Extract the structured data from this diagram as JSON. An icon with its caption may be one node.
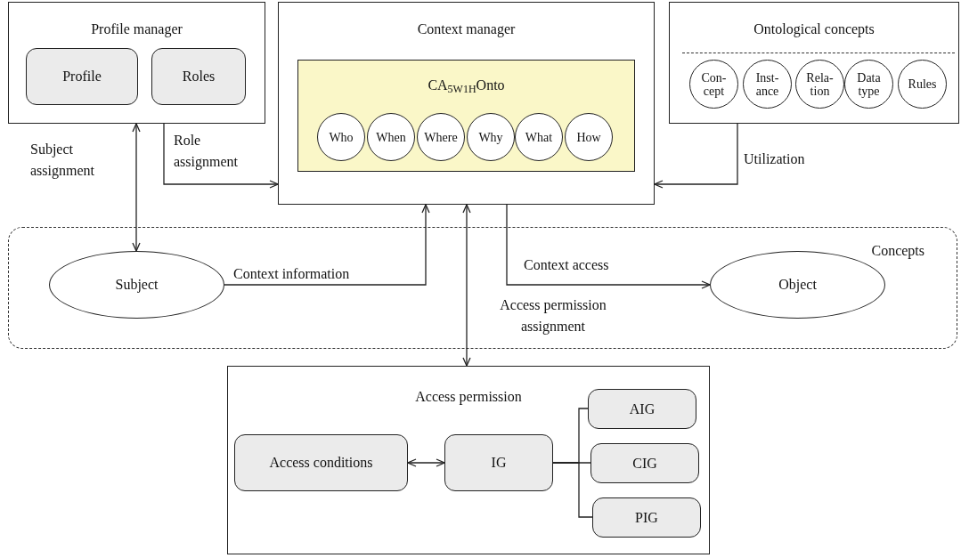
{
  "diagram": {
    "nodes": [
      {
        "text": [
          "Profile manager"
        ]
      },
      {
        "text": [
          "Profile"
        ],
        "in": 0
      },
      {
        "text": [
          "Roles"
        ],
        "in": 0
      },
      {
        "text": [
          "Context manager"
        ]
      },
      {
        "text": [
          "CA$_{5W1H}$Onto"
        ],
        "in": 3
      },
      {
        "text": [
          "Who"
        ],
        "in": 4
      },
      {
        "text": [
          "When"
        ],
        "in": 4
      },
      {
        "text": [
          "Where"
        ],
        "in": 4
      },
      {
        "text": [
          "Why"
        ],
        "in": 4
      },
      {
        "text": [
          "What"
        ],
        "in": 4
      },
      {
        "text": [
          "How"
        ],
        "in": 4
      },
      {
        "text": [
          "Ontological concepts"
        ]
      },
      {
        "text": [
          "Con- cept"
        ],
        "in": 11
      },
      {
        "text": [
          "Inst- ance"
        ],
        "in": 11
      },
      {
        "text": [
          "Rela- tion"
        ],
        "in": 11
      },
      {
        "text": [
          "Data type"
        ],
        "in": 11
      },
      {
        "text": [
          "Rules"
        ],
        "in": 11
      },
      {
        "text": [
          "Concepts"
        ]
      },
      {
        "text": [
          "Subject"
        ],
        "in": 17
      },
      {
        "text": [
          "Object"
        ],
        "in": 17
      },
      {
        "text": [
          "Access permission"
        ]
      },
      {
        "text": [
          "Access conditions"
        ],
        "in": 20
      },
      {
        "text": [
          "IG"
        ],
        "in": 20
      },
      {
        "text": [
          "AIG"
        ],
        "in": 20
      },
      {
        "text": [
          "CIG"
        ],
        "in": 20
      },
      {
        "text": [
          "PIG"
        ],
        "in": 20
      }
    ],
    "edges": [
      {
        "from": 0,
        "to": 18,
        "arrow": "both",
        "label": "Subject assignment"
      },
      {
        "from": 0,
        "to": 3,
        "arrow": "to",
        "label": "Role assignment"
      },
      {
        "from": 11,
        "to": 3,
        "arrow": "to",
        "label": "Utilization"
      },
      {
        "from": 18,
        "to": 3,
        "arrow": "to",
        "label": "Context information"
      },
      {
        "from": 3,
        "to": 19,
        "arrow": "to",
        "label": "Context access"
      },
      {
        "from": 3,
        "to": 20,
        "arrow": "both",
        "label": "Access permission assignment"
      },
      {
        "from": 21,
        "to": 22,
        "arrow": "both"
      },
      {
        "from": 22,
        "to": 23,
        "arrow": "none"
      },
      {
        "from": 22,
        "to": 24,
        "arrow": "none"
      },
      {
        "from": 22,
        "to": 25,
        "arrow": "none"
      }
    ]
  }
}
